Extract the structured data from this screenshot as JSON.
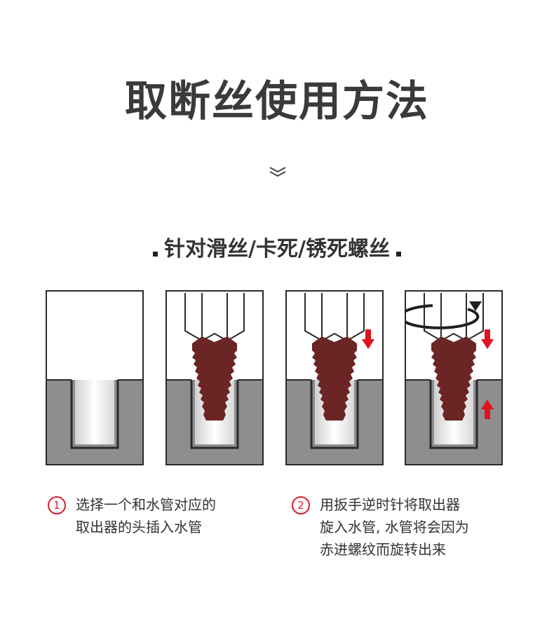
{
  "title": "取断丝使用方法",
  "subtitle": "针对滑丝/卡死/锈死螺丝",
  "colors": {
    "accent": "#d71f2b",
    "screw": "#6b2525",
    "material": "#8e8e8e",
    "text": "#333333"
  },
  "icons": [
    "chevron-down-icon",
    "arrow-down-icon",
    "arrow-up-icon",
    "rotation-arrow-icon"
  ],
  "steps": [
    {
      "num": "1",
      "lines": [
        "选择一个和水管对应的",
        "取出器的头插入水管"
      ]
    },
    {
      "num": "2",
      "lines": [
        "用扳手逆时针将取出器",
        "旋入水管, 水管将会因为",
        "赤进螺纹而旋转出来"
      ]
    }
  ]
}
